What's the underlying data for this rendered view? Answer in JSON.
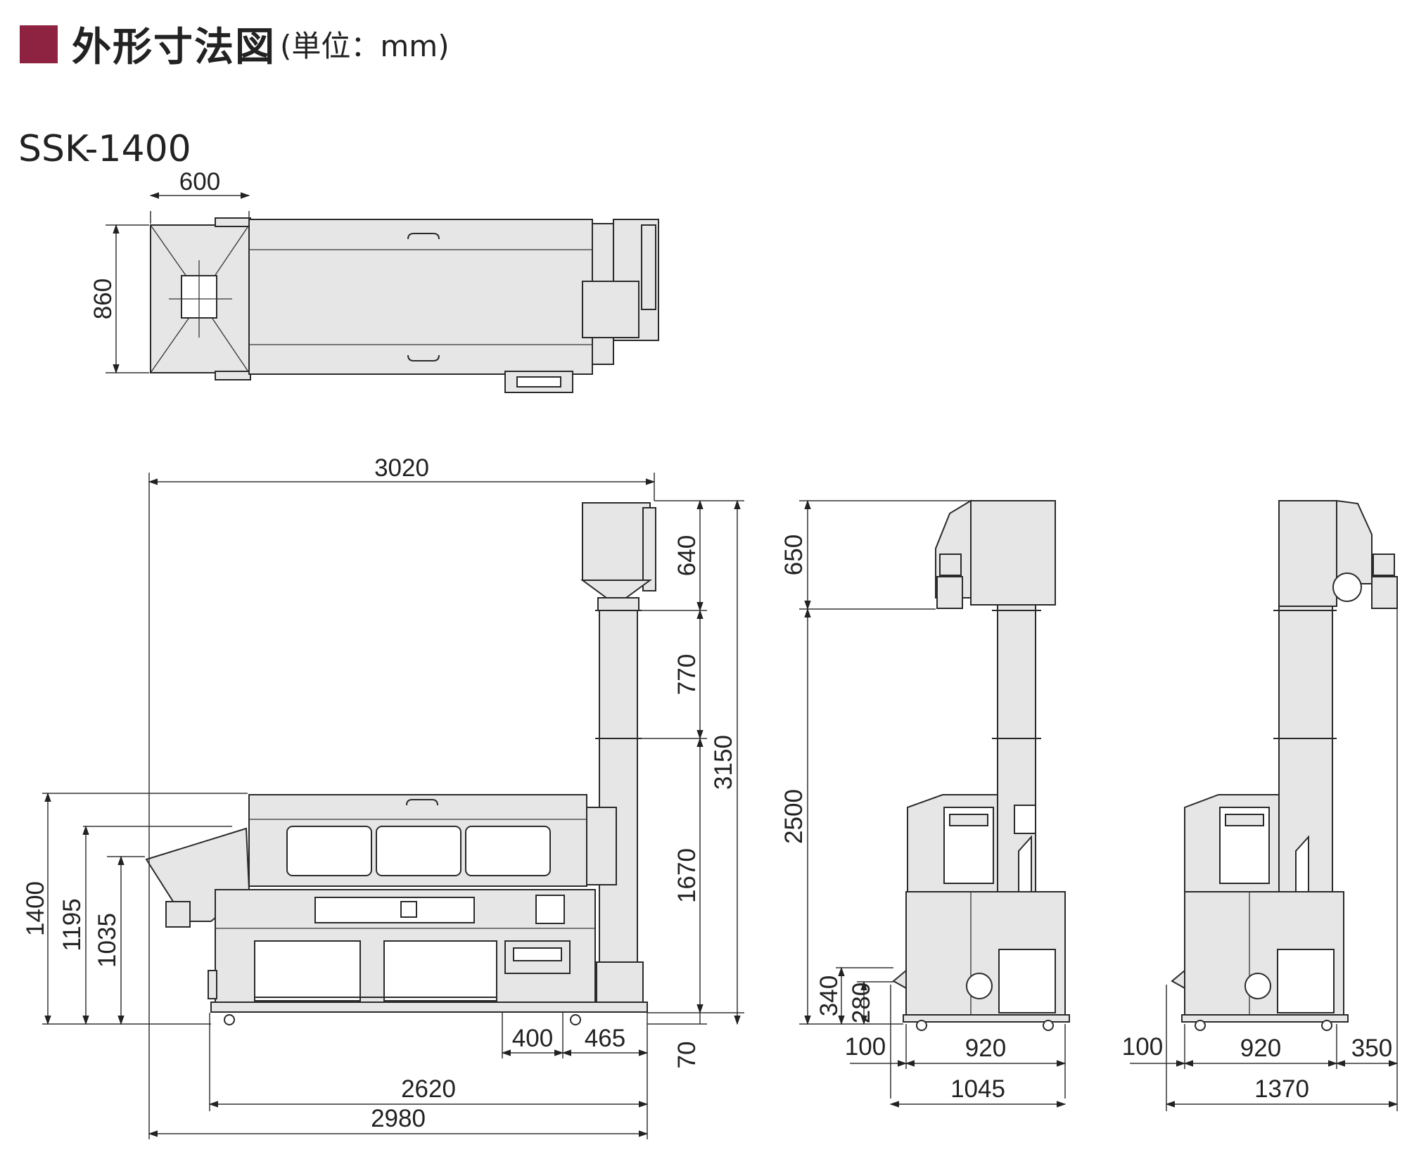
{
  "header": {
    "title": "外形寸法図",
    "unit_note": "(単位：mm)",
    "accent_color": "#8e2241"
  },
  "model": "SSK-1400",
  "dimensions": {
    "top": {
      "width": "600",
      "depth": "860"
    },
    "side": {
      "overall_length": "3020",
      "elevator_top": "640",
      "elevator_mid": "770",
      "elevator_low": "1670",
      "total_height": "3150",
      "hopper_height": "1400",
      "hopper_inlet_high": "1195",
      "hopper_inlet_low": "1035",
      "outlet_width": "400",
      "outlet_offset": "465",
      "base_clearance": "70",
      "frame_length": "2620",
      "total_length": "2980"
    },
    "front": {
      "top_section": "650",
      "elevator_height": "2500",
      "outlet_height_a": "340",
      "outlet_height_b": "280",
      "left_offset": "100",
      "body_width": "920",
      "total_width": "1045"
    },
    "rear": {
      "left_offset": "100",
      "body_width": "920",
      "right_offset": "350",
      "total_width": "1370"
    }
  }
}
